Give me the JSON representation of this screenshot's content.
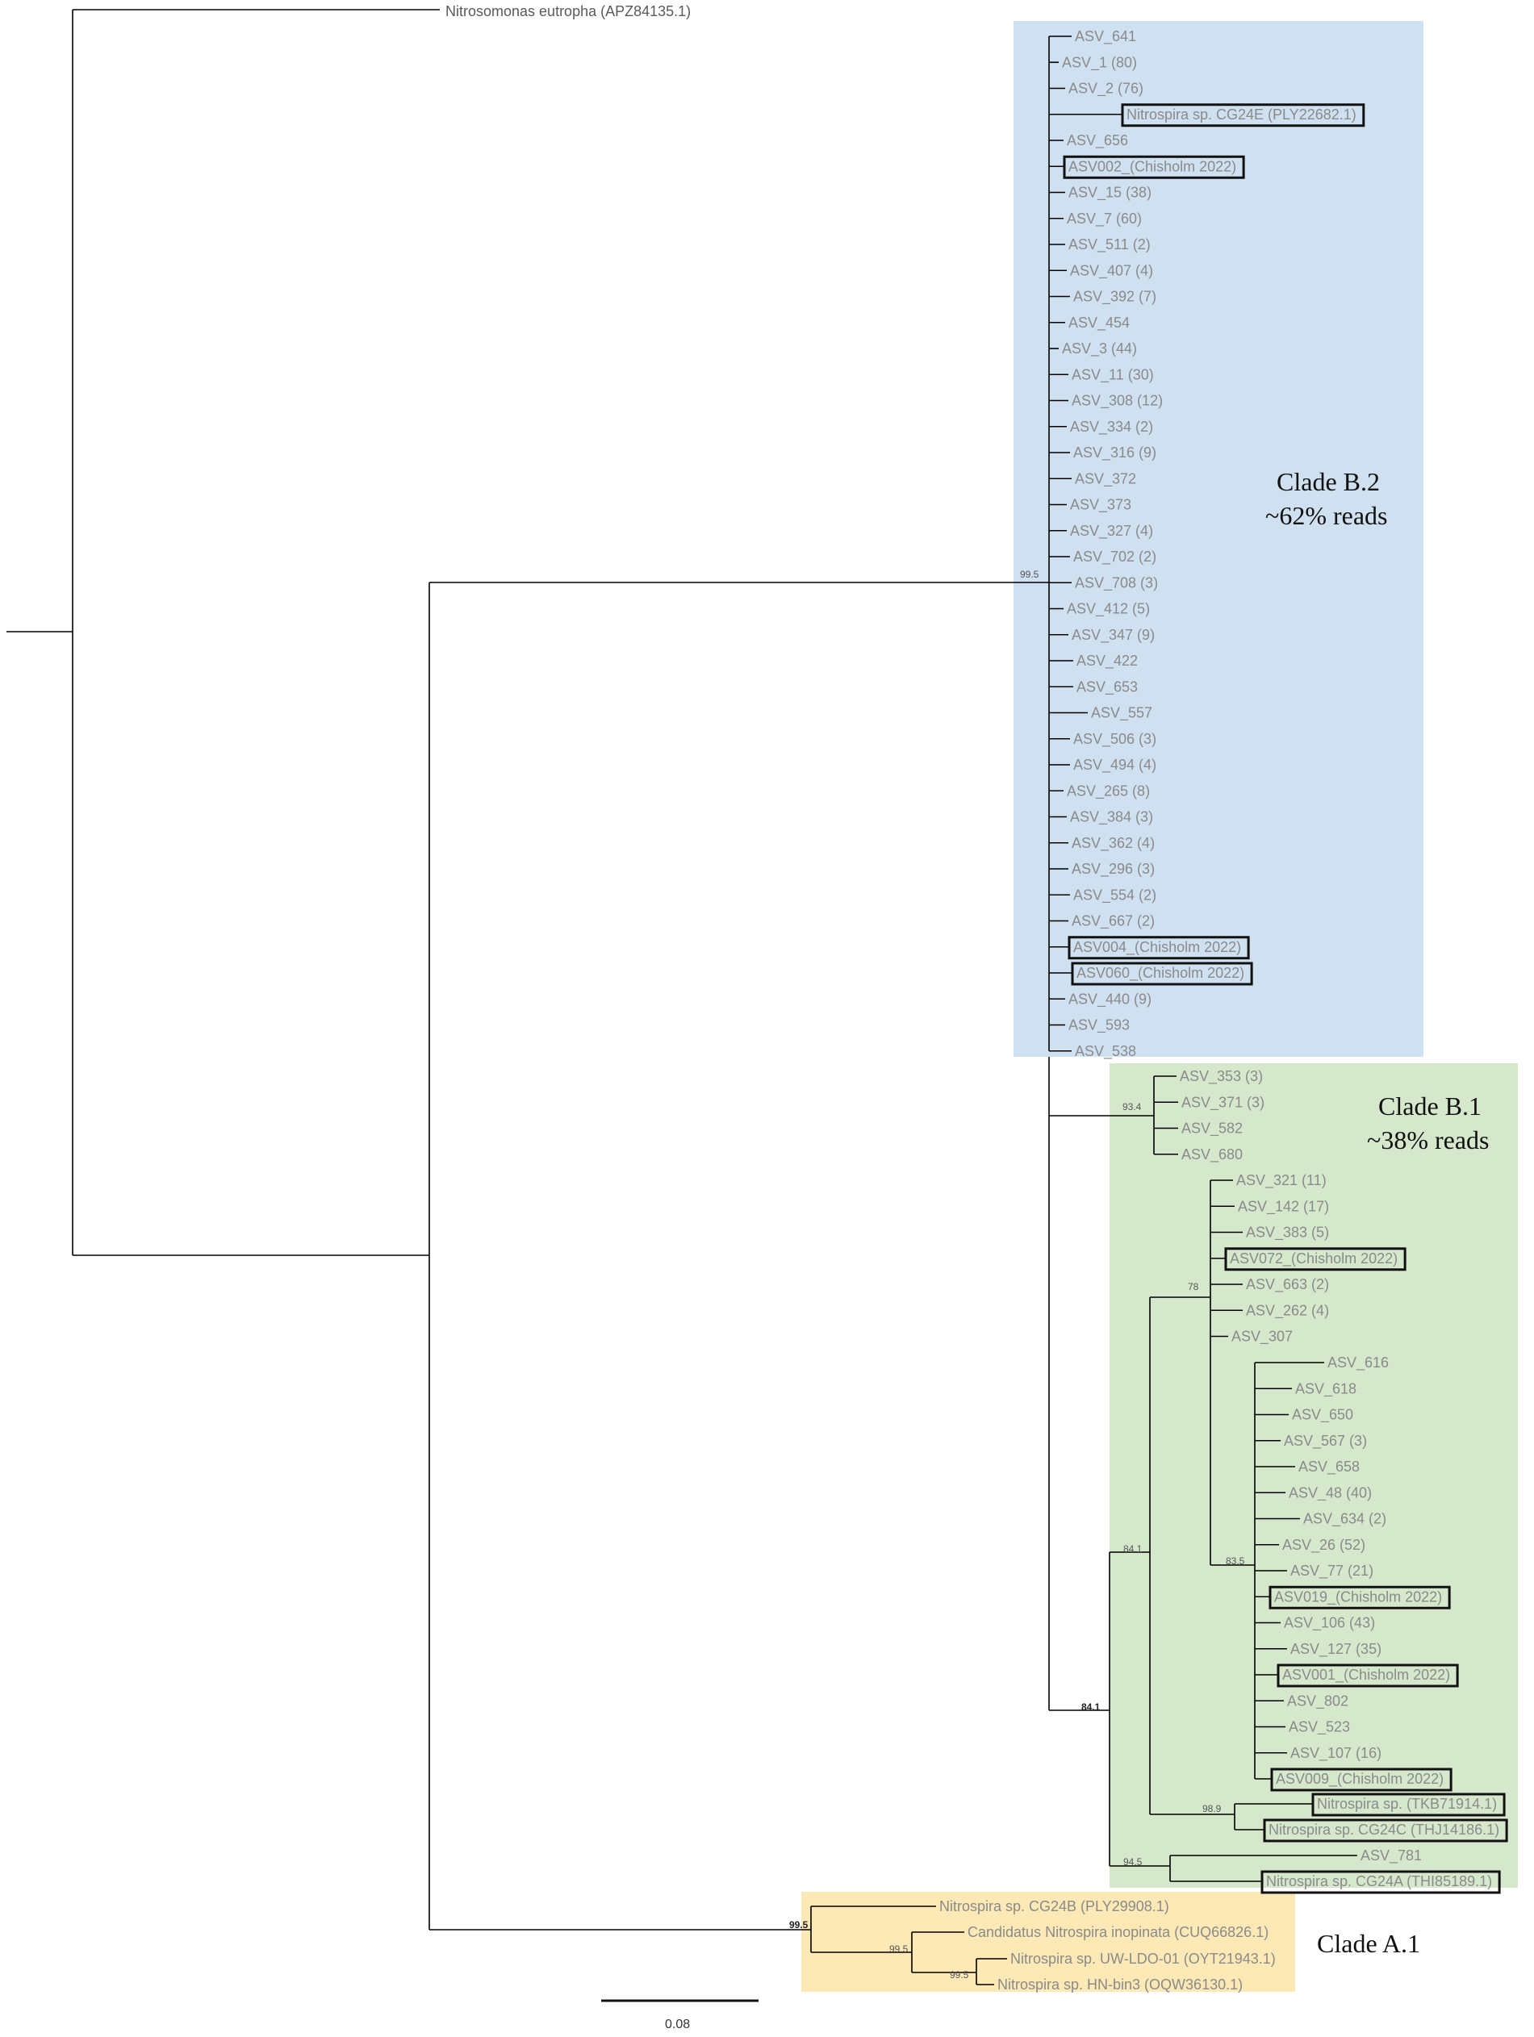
{
  "tree": {
    "outgroup": "Nitrosomonas eutropha (APZ84135.1)",
    "scale_bar_label": "0.08",
    "clades": [
      {
        "name": "Clade B.2",
        "reads": "~62% reads",
        "color": "#cfe0f1",
        "support": "99.5",
        "leaves": [
          {
            "label": "ASV_641",
            "boxed": false
          },
          {
            "label": "ASV_1  (80)",
            "boxed": false
          },
          {
            "label": "ASV_2  (76)",
            "boxed": false
          },
          {
            "label": "Nitrospira sp. CG24E (PLY22682.1)",
            "boxed": true
          },
          {
            "label": "ASV_656",
            "boxed": false
          },
          {
            "label": "ASV002_(Chisholm 2022)",
            "boxed": true
          },
          {
            "label": "ASV_15  (38)",
            "boxed": false
          },
          {
            "label": "ASV_7  (60)",
            "boxed": false
          },
          {
            "label": "ASV_511  (2)",
            "boxed": false
          },
          {
            "label": "ASV_407  (4)",
            "boxed": false
          },
          {
            "label": "ASV_392  (7)",
            "boxed": false
          },
          {
            "label": "ASV_454",
            "boxed": false
          },
          {
            "label": "ASV_3  (44)",
            "boxed": false
          },
          {
            "label": "ASV_11  (30)",
            "boxed": false
          },
          {
            "label": "ASV_308  (12)",
            "boxed": false
          },
          {
            "label": "ASV_334  (2)",
            "boxed": false
          },
          {
            "label": "ASV_316  (9)",
            "boxed": false
          },
          {
            "label": "ASV_372",
            "boxed": false
          },
          {
            "label": "ASV_373",
            "boxed": false
          },
          {
            "label": "ASV_327  (4)",
            "boxed": false
          },
          {
            "label": "ASV_702  (2)",
            "boxed": false
          },
          {
            "label": "ASV_708  (3)",
            "boxed": false
          },
          {
            "label": "ASV_412  (5)",
            "boxed": false
          },
          {
            "label": "ASV_347  (9)",
            "boxed": false
          },
          {
            "label": "ASV_422",
            "boxed": false
          },
          {
            "label": "ASV_653",
            "boxed": false
          },
          {
            "label": "ASV_557",
            "boxed": false
          },
          {
            "label": "ASV_506  (3)",
            "boxed": false
          },
          {
            "label": "ASV_494  (4)",
            "boxed": false
          },
          {
            "label": "ASV_265  (8)",
            "boxed": false
          },
          {
            "label": "ASV_384  (3)",
            "boxed": false
          },
          {
            "label": "ASV_362  (4)",
            "boxed": false
          },
          {
            "label": "ASV_296  (3)",
            "boxed": false
          },
          {
            "label": "ASV_554  (2)",
            "boxed": false
          },
          {
            "label": "ASV_667  (2)",
            "boxed": false
          },
          {
            "label": "ASV004_(Chisholm 2022)",
            "boxed": true
          },
          {
            "label": "ASV060_(Chisholm 2022)",
            "boxed": true
          },
          {
            "label": "ASV_440  (9)",
            "boxed": false
          },
          {
            "label": "ASV_593",
            "boxed": false
          },
          {
            "label": "ASV_538",
            "boxed": false
          }
        ]
      },
      {
        "name": "Clade B.1",
        "reads": "~38% reads",
        "color": "#d5e8cc",
        "support": "84.1",
        "subgroups": [
          {
            "support": "93.4",
            "leaves": [
              {
                "label": "ASV_353  (3)",
                "boxed": false
              },
              {
                "label": "ASV_371  (3)",
                "boxed": false
              },
              {
                "label": "ASV_582",
                "boxed": false
              },
              {
                "label": "ASV_680",
                "boxed": false
              }
            ]
          },
          {
            "support": "78",
            "leaves": [
              {
                "label": "ASV_321  (11)",
                "boxed": false
              },
              {
                "label": "ASV_142  (17)",
                "boxed": false
              },
              {
                "label": "ASV_383  (5)",
                "boxed": false
              },
              {
                "label": "ASV072_(Chisholm 2022)",
                "boxed": true
              },
              {
                "label": "ASV_663  (2)",
                "boxed": false
              },
              {
                "label": "ASV_262  (4)",
                "boxed": false
              },
              {
                "label": "ASV_307",
                "boxed": false
              }
            ]
          },
          {
            "support": "83.5",
            "leaves": [
              {
                "label": "ASV_616",
                "boxed": false
              },
              {
                "label": "ASV_618",
                "boxed": false
              },
              {
                "label": "ASV_650",
                "boxed": false
              },
              {
                "label": "ASV_567  (3)",
                "boxed": false
              },
              {
                "label": "ASV_658",
                "boxed": false
              },
              {
                "label": "ASV_48  (40)",
                "boxed": false
              },
              {
                "label": "ASV_634  (2)",
                "boxed": false
              },
              {
                "label": "ASV_26  (52)",
                "boxed": false
              },
              {
                "label": "ASV_77  (21)",
                "boxed": false
              },
              {
                "label": "ASV019_(Chisholm 2022)",
                "boxed": true
              },
              {
                "label": "ASV_106  (43)",
                "boxed": false
              },
              {
                "label": "ASV_127  (35)",
                "boxed": false
              },
              {
                "label": "ASV001_(Chisholm 2022)",
                "boxed": true
              },
              {
                "label": "ASV_802",
                "boxed": false
              },
              {
                "label": "ASV_523",
                "boxed": false
              },
              {
                "label": "ASV_107  (16)",
                "boxed": false
              },
              {
                "label": "ASV009_(Chisholm 2022)",
                "boxed": true
              }
            ]
          },
          {
            "support": "98.9",
            "leaves": [
              {
                "label": "Nitrospira sp. (TKB71914.1)",
                "boxed": true
              },
              {
                "label": "Nitrospira sp. CG24C (THJ14186.1)",
                "boxed": true
              }
            ]
          },
          {
            "support": "84.1",
            "leaves": []
          },
          {
            "support": "94.5",
            "leaves": [
              {
                "label": "ASV_781",
                "boxed": false
              },
              {
                "label": "Nitrospira sp. CG24A (THI85189.1)",
                "boxed": true
              }
            ]
          }
        ]
      },
      {
        "name": "Clade A.1",
        "reads": "",
        "color": "#fde9b5",
        "support": "99.5",
        "leaves": [
          {
            "label": "Nitrospira sp. CG24B (PLY29908.1)",
            "boxed": false
          },
          {
            "label": "Candidatus Nitrospira inopinata (CUQ66826.1)",
            "boxed": false
          },
          {
            "label": "Nitrospira sp. UW-LDO-01 (OYT21943.1)",
            "boxed": false
          },
          {
            "label": "Nitrospira sp. HN-bin3 (OQW36130.1)",
            "boxed": false
          }
        ],
        "inner_support": [
          "99.5",
          "99.5"
        ]
      }
    ]
  }
}
